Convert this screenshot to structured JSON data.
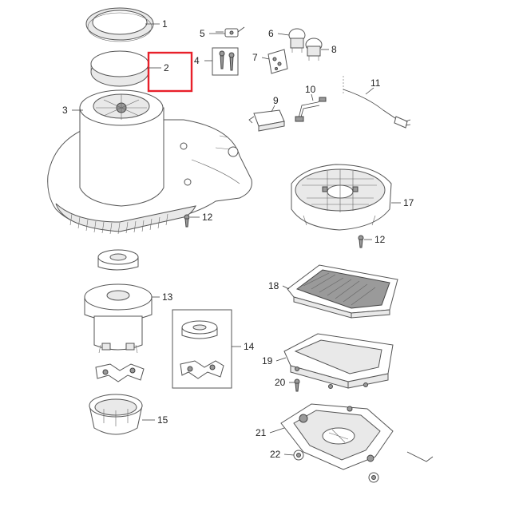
{
  "callouts": [
    {
      "id": "1",
      "text": "1"
    },
    {
      "id": "2",
      "text": "2"
    },
    {
      "id": "3",
      "text": "3"
    },
    {
      "id": "4",
      "text": "4"
    },
    {
      "id": "5",
      "text": "5"
    },
    {
      "id": "6",
      "text": "6"
    },
    {
      "id": "7",
      "text": "7"
    },
    {
      "id": "8",
      "text": "8"
    },
    {
      "id": "9",
      "text": "9"
    },
    {
      "id": "10",
      "text": "10"
    },
    {
      "id": "11",
      "text": "11"
    },
    {
      "id": "12a",
      "text": "12"
    },
    {
      "id": "12b",
      "text": "12"
    },
    {
      "id": "13",
      "text": "13"
    },
    {
      "id": "14",
      "text": "14"
    },
    {
      "id": "15",
      "text": "15"
    },
    {
      "id": "17",
      "text": "17"
    },
    {
      "id": "18",
      "text": "18"
    },
    {
      "id": "19",
      "text": "19"
    },
    {
      "id": "20",
      "text": "20"
    },
    {
      "id": "21",
      "text": "21"
    },
    {
      "id": "22",
      "text": "22"
    }
  ],
  "highlight": {
    "part": "2",
    "color": "#e8202a"
  }
}
